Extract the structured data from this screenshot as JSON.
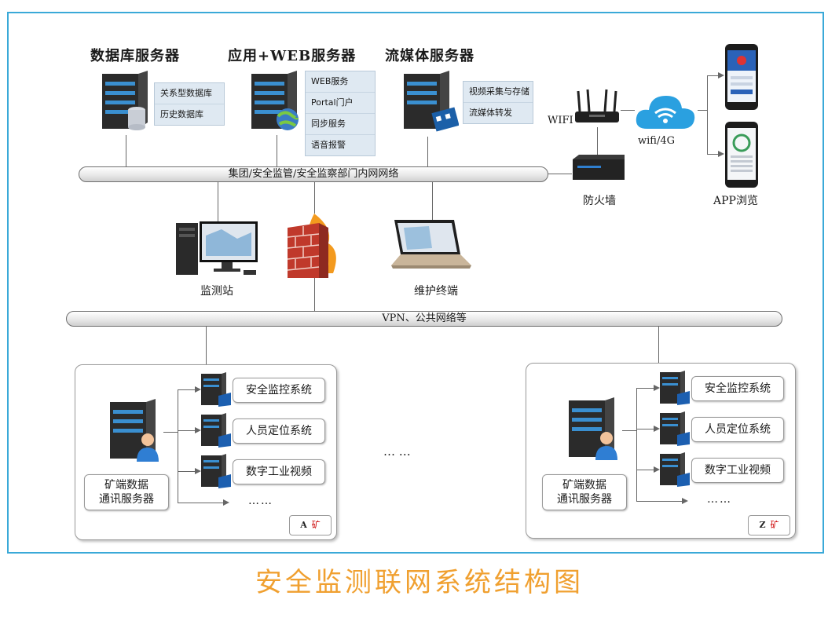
{
  "top_servers": {
    "db_title": "数据库服务器",
    "db_items": [
      "关系型数据库",
      "历史数据库"
    ],
    "web_title": "应用+WEB服务器",
    "web_items": [
      "WEB服务",
      "Portal门户",
      "同步服务",
      "语音报警"
    ],
    "media_title": "流媒体服务器",
    "media_items": [
      "视频采集与存储",
      "流媒体转发"
    ]
  },
  "network": {
    "intranet_label": "集团/安全监管/安全监察部门内网网络",
    "vpn_label": "VPN、公共网络等",
    "wifi_label": "WIFI",
    "wifi4g_label": "wifi/4G",
    "firewall_label": "防火墙",
    "app_label": "APP浏览"
  },
  "middle": {
    "station_label": "监测站",
    "terminal_label": "维护终端"
  },
  "mine_a": {
    "server_label": "矿端数据\n通讯服务器",
    "systems": [
      "安全监控系统",
      "人员定位系统",
      "数字工业视频"
    ],
    "more": "……",
    "tag_letter": "A",
    "tag_text": "矿"
  },
  "mine_z": {
    "server_label": "矿端数据\n通讯服务器",
    "systems": [
      "安全监控系统",
      "人员定位系统",
      "数字工业视频"
    ],
    "more": "……",
    "tag_letter": "Z",
    "tag_text": "矿"
  },
  "ellipsis_mid": "…  …",
  "diagram_title": "安全监测联网系统结构图",
  "colors": {
    "frame": "#3aa9d8",
    "title": "#f0a030",
    "cloud": "#2aa0e0"
  }
}
